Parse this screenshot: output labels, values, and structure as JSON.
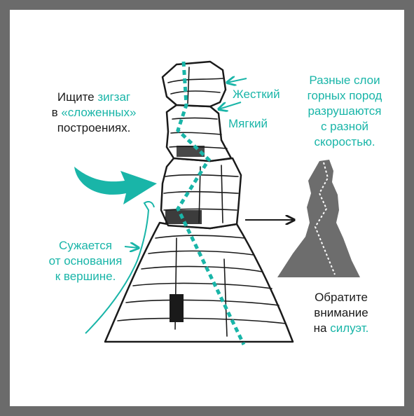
{
  "colors": {
    "teal": "#19b5a8",
    "ink": "#1a1a1a",
    "silhouette": "#6d6d6d",
    "frame": "#6b6b6b"
  },
  "labels": {
    "zigzag": {
      "line1_a": "Ищите ",
      "line1_b": "зигзаг",
      "line2_a": "в ",
      "line2_b": "«сложенных»",
      "line3": "построениях."
    },
    "hard": "Жесткий",
    "soft": "Мягкий",
    "layers": {
      "line1": "Разные слои",
      "line2": "горных пород",
      "line3": "разрушаются",
      "line4": "с разной",
      "line5": "скоростью."
    },
    "narrows": {
      "line1": "Сужается",
      "line2": "от основания",
      "line3": "к вершине."
    },
    "silhouette": {
      "line1": "Обратите",
      "line2": "внимание",
      "line3_a": "на ",
      "line3_b": "силуэт."
    }
  }
}
